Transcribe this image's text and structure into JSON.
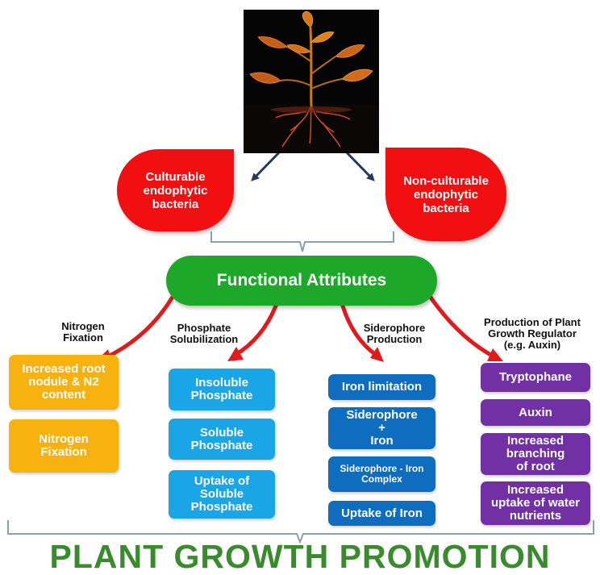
{
  "colors": {
    "red": "#f20f12",
    "green": "#1ea82a",
    "yellow": "#f7b20f",
    "cyan": "#1aa6e6",
    "blue": "#0f6dc0",
    "purple": "#7130a3",
    "footer_green": "#3a8a2e"
  },
  "bacteria": {
    "culturable": "Culturable\nendophytic\nbacteria",
    "non_culturable": "Non-culturable\nendophytic\nbacteria"
  },
  "center": {
    "label": "Functional Attributes"
  },
  "categories": [
    {
      "label": "Nitrogen\nFixation",
      "items": [
        "Increased root\nnodule & N2\ncontent",
        "Nitrogen\nFixation"
      ]
    },
    {
      "label": "Phosphate\nSolubilization",
      "items": [
        "Insoluble\nPhosphate",
        "Soluble\nPhosphate",
        "Uptake of\nSoluble\nPhosphate"
      ]
    },
    {
      "label": "Siderophore\nProduction",
      "items": [
        "Iron limitation",
        "Siderophore\n+\nIron",
        "Siderophore - Iron\nComplex",
        "Uptake of Iron"
      ]
    },
    {
      "label": "Production of Plant\nGrowth Regulator\n(e.g. Auxin)",
      "items": [
        "Tryptophane",
        "Auxin",
        "Increased\nbranching\nof root",
        "Increased\nuptake of water\nnutrients"
      ]
    }
  ],
  "footer": {
    "label": "PLANT GROWTH PROMOTION"
  }
}
